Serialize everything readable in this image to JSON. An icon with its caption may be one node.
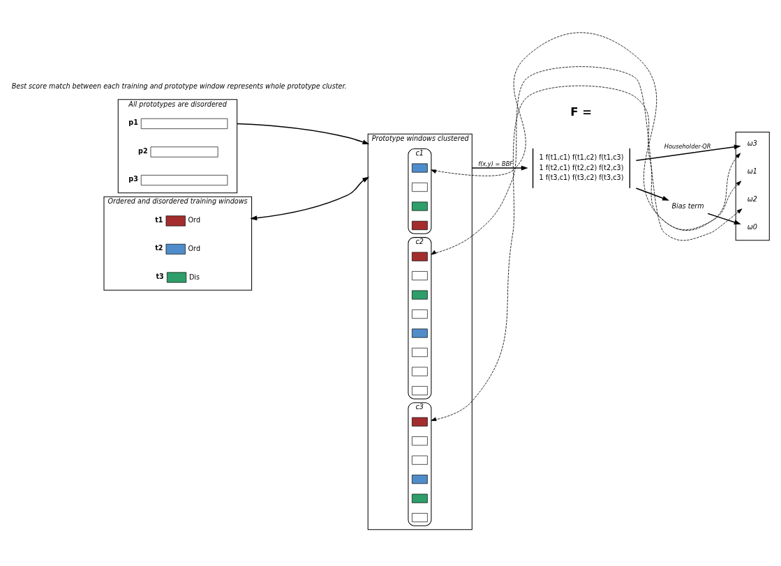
{
  "diagram": {
    "nodes": [
      {
        "text": [
          "All prototypes are disordered"
        ]
      },
      {
        "text": [],
        "shape": "bar",
        "beside": [
          "p1"
        ],
        "in": 0
      },
      {
        "text": [],
        "shape": "bar",
        "beside": [
          "p2"
        ],
        "in": 0
      },
      {
        "text": [],
        "shape": "bar",
        "beside": [
          "p3"
        ],
        "in": 0
      },
      {
        "text": [
          "Prototype windows clustered"
        ]
      },
      {
        "text": [
          "c1"
        ],
        "in": 4
      },
      {
        "text": [],
        "shape": "box",
        "in": 5
      },
      {
        "text": [],
        "shape": "box",
        "in": 5
      },
      {
        "text": [],
        "shape": "box",
        "in": 5
      },
      {
        "text": [],
        "shape": "box",
        "in": 5
      },
      {
        "text": [
          "c2"
        ],
        "in": 4
      },
      {
        "text": [],
        "shape": "box",
        "in": 10
      },
      {
        "text": [],
        "shape": "box",
        "in": 10
      },
      {
        "text": [],
        "shape": "box",
        "in": 10
      },
      {
        "text": [],
        "shape": "box",
        "in": 10
      },
      {
        "text": [],
        "shape": "box",
        "in": 10
      },
      {
        "text": [],
        "shape": "box",
        "in": 10
      },
      {
        "text": [],
        "shape": "box",
        "in": 10
      },
      {
        "text": [],
        "shape": "box",
        "in": 10
      },
      {
        "text": [
          "c3"
        ],
        "in": 4
      },
      {
        "text": [],
        "shape": "box",
        "in": 19
      },
      {
        "text": [],
        "shape": "box",
        "in": 19
      },
      {
        "text": [],
        "shape": "box",
        "in": 19
      },
      {
        "text": [],
        "shape": "box",
        "in": 19
      },
      {
        "text": [],
        "shape": "box",
        "in": 19
      },
      {
        "text": [],
        "shape": "box",
        "in": 19
      },
      {
        "text": [],
        "shape": "box"
      },
      {
        "text": [
          "ω0"
        ],
        "in": 26
      },
      {
        "text": [
          "ω1"
        ],
        "in": 26
      },
      {
        "text": [
          "ω2"
        ],
        "in": 26
      },
      {
        "text": [
          "ω3"
        ],
        "in": 26
      },
      {
        "text": [
          "Ordered and disordered training windows"
        ]
      },
      {
        "text": [
          "1 f(t1,c1) f(t1,c2) f(t1,c3)",
          "1 f(t2,c1) f(t2,c2) f(t2,c3)",
          "1 f(t3,c1) f(t3,c2) f(t3,c3)"
        ],
        "beside": [
          "F ="
        ]
      },
      {
        "text": [
          "Bias term"
        ]
      }
    ],
    "edges": [
      {
        "from": 0,
        "to": 4,
        "arrow": "to"
      },
      {
        "from": 28,
        "to": 5,
        "arrow": "both",
        "style": "dashed"
      },
      {
        "from": 29,
        "to": 10,
        "arrow": "both",
        "style": "dashed"
      },
      {
        "from": 30,
        "to": 19,
        "arrow": "both",
        "style": "dashed"
      },
      {
        "from": 31,
        "to": 4,
        "arrow": "both"
      },
      {
        "from": 4,
        "to": 32,
        "label": "f(x,y) = BBF",
        "arrow": "to"
      },
      {
        "from": 32,
        "to": 30,
        "label": "Householder-QR",
        "arrow": "to"
      },
      {
        "from": 32,
        "to": 33,
        "arrow": "to"
      },
      {
        "from": 33,
        "to": 27,
        "arrow": "to"
      }
    ],
    "labels": [
      "Best score match between each training and prototype window represents whole prototype cluster.",
      "t1",
      "t2",
      "t3"
    ],
    "legend": [
      {
        "text": "Ord",
        "color": "#a32d2d"
      },
      {
        "text": "Ord",
        "color": "#4f8cc9"
      },
      {
        "text": "Dis",
        "color": "#2e9e6a"
      }
    ]
  }
}
